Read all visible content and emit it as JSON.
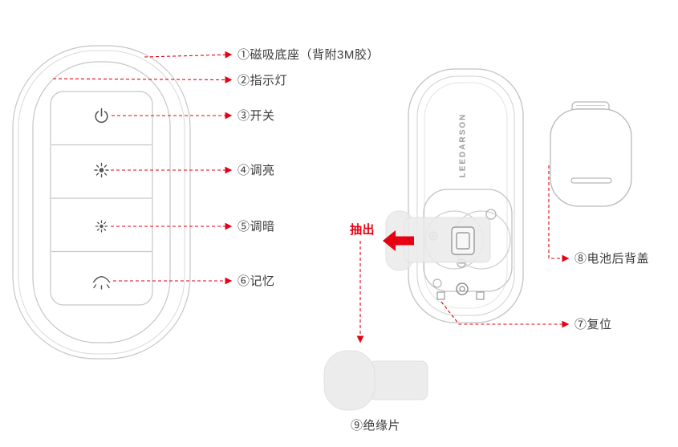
{
  "brand": "LEEDARSON",
  "callouts": {
    "magnetic_base": "①磁吸底座（背附3M胶）",
    "indicator_light": "②指示灯",
    "power": "③开关",
    "brighten": "④调亮",
    "dim": "⑤调暗",
    "memory": "⑥记忆",
    "reset": "⑦复位",
    "battery_cover": "⑧电池后背盖",
    "insulation_sheet": "⑨绝缘片"
  },
  "annotations": {
    "pull_out": "抽出"
  },
  "icons": {
    "power": "power-symbol",
    "brighten": "sun-large",
    "dim": "sun-small",
    "memory": "lamp-dome",
    "pull_arrow": "left-block-arrow",
    "leader_arrows": "red-dashed-arrow"
  },
  "colors": {
    "accent_red": "#e60012",
    "outline_grey": "#c6c6c6",
    "icon_grey": "#555555",
    "text_dark": "#3b3b3b",
    "sheet_fill": "#ebebeb"
  }
}
